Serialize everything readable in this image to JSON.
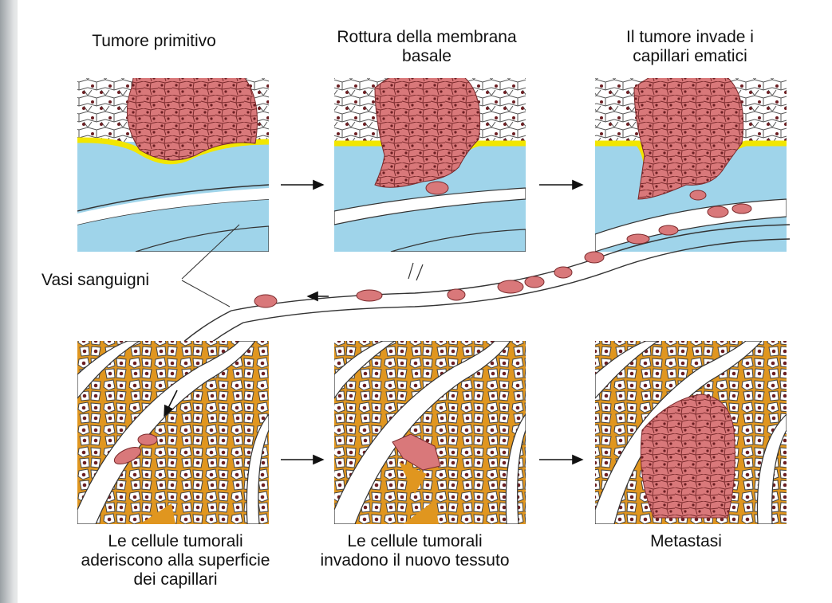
{
  "labels": {
    "stage1": "Tumore primitivo",
    "stage2": "Rottura della membrana\nbasale",
    "stage3": "Il tumore invade i\ncapillari ematici",
    "vessels": "Vasi sanguigni",
    "stage4": "Le cellule tumorali\naderiscono alla superficie\ndei capillari",
    "stage5": "Le cellule tumorali\ninvadono il nuovo tessuto",
    "stage6": "Metastasi"
  },
  "colors": {
    "tumor": "#d9787a",
    "tumor_border": "#7a2a2c",
    "stroma": "#9fd4ea",
    "membrane": "#f2e600",
    "connective": "#e0961f",
    "nucleus": "#6b1e22",
    "outline": "#333333"
  }
}
